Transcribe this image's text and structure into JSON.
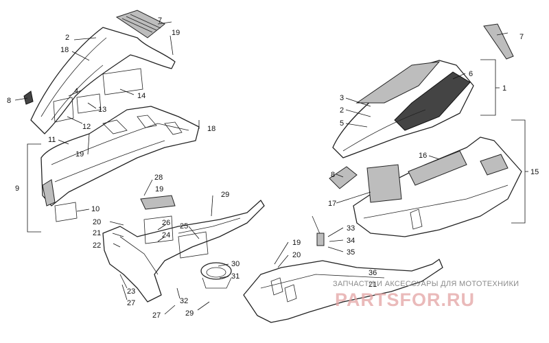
{
  "labels": {
    "l7a": "7",
    "l19a": "19",
    "l2a": "2",
    "l18a": "18",
    "l8a": "8",
    "l4": "4",
    "l14": "14",
    "l13": "13",
    "l12": "12",
    "l18b": "18",
    "l11": "11",
    "l19b": "19",
    "l9": "9",
    "l28": "28",
    "l19c": "19",
    "l29a": "29",
    "l10": "10",
    "l20a": "20",
    "l26": "26",
    "l25": "25",
    "l21a": "21",
    "l24": "24",
    "l22": "22",
    "l30": "30",
    "l31": "31",
    "l23": "23",
    "l27a": "27",
    "l32": "32",
    "l27b": "27",
    "l29b": "29",
    "l7b": "7",
    "l6": "6",
    "l1": "1",
    "l3": "3",
    "l2b": "2",
    "l5": "5",
    "l16": "16",
    "l15": "15",
    "l8b": "8",
    "l17": "17",
    "l33": "33",
    "l34": "34",
    "l19d": "19",
    "l35": "35",
    "l20b": "20",
    "l36": "36",
    "l21b": "21"
  },
  "watermark": {
    "caption": "ЗАПЧАСТИ И АКСЕССУАРЫ ДЛЯ МОТОТЕХНИКИ",
    "logo": "PARTSFOR.RU"
  }
}
